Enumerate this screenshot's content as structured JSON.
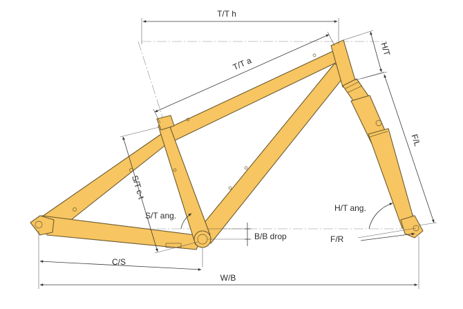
{
  "colors": {
    "frame": "#f7c561",
    "frame_outline": "#6b5a2e",
    "dimension_line": "#3a3a3a",
    "center_line": "#8a8a8a",
    "background": "#ffffff"
  },
  "labels": {
    "top_tube_horizontal": "T/T h",
    "top_tube_actual": "T/T a",
    "head_tube": "H/T",
    "fork_length": "F/L",
    "seat_tube_ctc": "S/T c-t",
    "seat_tube_angle": "S/T ang.",
    "head_tube_angle": "H/T ang.",
    "bb_drop": "B/B drop",
    "fork_rake": "F/R",
    "chainstay": "C/S",
    "wheelbase": "W/B"
  }
}
